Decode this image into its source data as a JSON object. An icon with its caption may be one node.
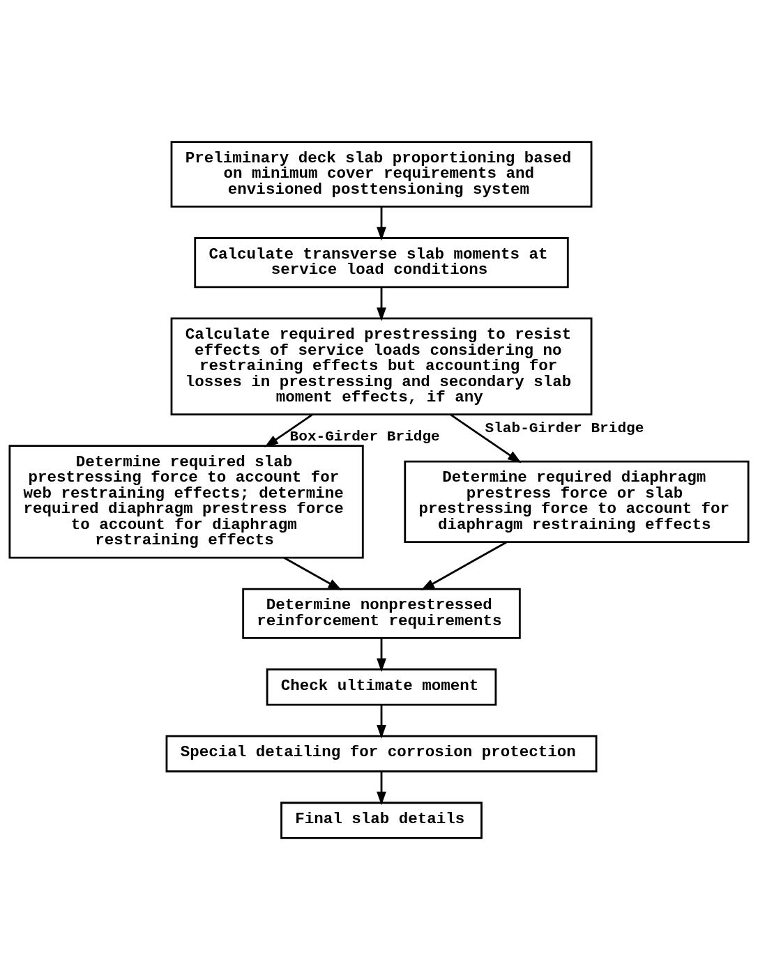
{
  "diagram": {
    "nodes": [
      {
        "text": [
          "Preliminary deck slab proportioning based on minimum cover requirements and envisioned posttensioning system"
        ]
      },
      {
        "text": [
          "Calculate transverse slab moments at service load conditions"
        ]
      },
      {
        "text": [
          "Calculate required prestressing to resist effects of service loads considering no restraining effects but accounting for losses in prestressing and secondary slab moment effects, if any"
        ]
      },
      {
        "text": [
          "Determine required slab prestressing force to account for web restraining effects; determine required diaphragm prestress force to account for diaphragm restraining effects"
        ]
      },
      {
        "text": [
          "Determine required diaphragm prestress force or slab prestressing force to account for diaphragm restraining effects"
        ]
      },
      {
        "text": [
          "Determine nonprestressed reinforcement requirements"
        ]
      },
      {
        "text": [
          "Check ultimate moment"
        ]
      },
      {
        "text": [
          "Special detailing for corrosion protection"
        ]
      },
      {
        "text": [
          "Final slab details"
        ]
      }
    ],
    "edges": [
      {
        "from": 0,
        "to": 1,
        "arrow": "to"
      },
      {
        "from": 1,
        "to": 2,
        "arrow": "to"
      },
      {
        "from": 2,
        "to": 3,
        "arrow": "to",
        "label": "Box-Girder Bridge"
      },
      {
        "from": 2,
        "to": 4,
        "arrow": "to",
        "label": "Slab-Girder Bridge"
      },
      {
        "from": 3,
        "to": 5,
        "arrow": "to"
      },
      {
        "from": 4,
        "to": 5,
        "arrow": "to"
      },
      {
        "from": 5,
        "to": 6,
        "arrow": "to"
      },
      {
        "from": 6,
        "to": 7,
        "arrow": "to"
      },
      {
        "from": 7,
        "to": 8,
        "arrow": "to"
      }
    ]
  }
}
